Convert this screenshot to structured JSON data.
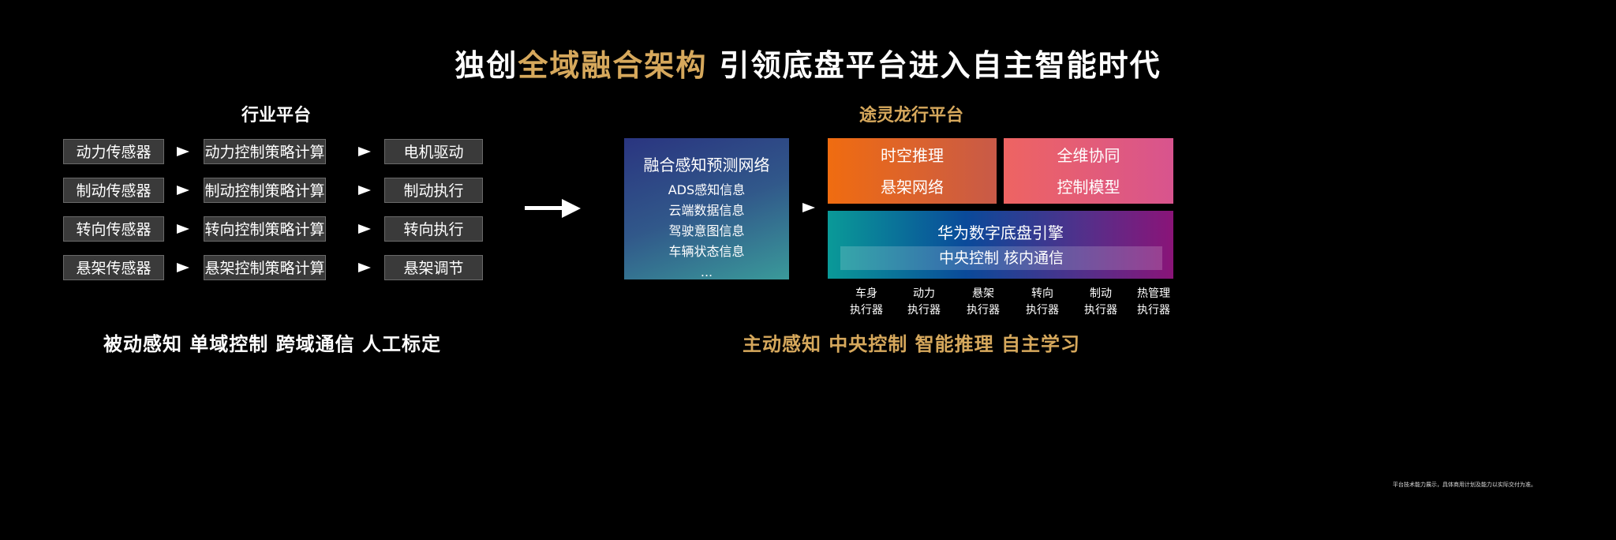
{
  "title": {
    "part1": "独创",
    "highlight": "全域融合架构",
    "part2": " 引领底盘平台进入自主智能时代"
  },
  "industry": {
    "heading": "行业平台",
    "rows": [
      [
        "动力传感器",
        "动力控制策略计算",
        "电机驱动"
      ],
      [
        "制动传感器",
        "制动控制策略计算",
        "制动执行"
      ],
      [
        "转向传感器",
        "转向控制策略计算",
        "转向执行"
      ],
      [
        "悬架传感器",
        "悬架控制策略计算",
        "悬架调节"
      ]
    ],
    "slogan": "被动感知  单域控制  跨域通信  人工标定"
  },
  "tulong": {
    "heading": "途灵龙行平台",
    "perception": {
      "title": "融合感知预测网络",
      "items": [
        "ADS感知信息",
        "云端数据信息",
        "驾驶意图信息",
        "车辆状态信息",
        "..."
      ]
    },
    "spatio": {
      "line1": "时空推理",
      "line2": "悬架网络"
    },
    "fulldim": {
      "line1": "全维协同",
      "line2": "控制模型"
    },
    "engine": {
      "title": "华为数字底盘引擎",
      "bar": "中央控制 核内通信"
    },
    "actuators": [
      [
        "车身",
        "执行器"
      ],
      [
        "动力",
        "执行器"
      ],
      [
        "悬架",
        "执行器"
      ],
      [
        "转向",
        "执行器"
      ],
      [
        "制动",
        "执行器"
      ],
      [
        "热管理",
        "执行器"
      ]
    ],
    "slogan": "主动感知  中央控制  智能推理  自主学习"
  },
  "footnote": "平台技术能力展示，具体商用计划及能力以实际交付为准。",
  "colors": {
    "gold": "#d6a85c",
    "box": "#3a3a3a"
  }
}
